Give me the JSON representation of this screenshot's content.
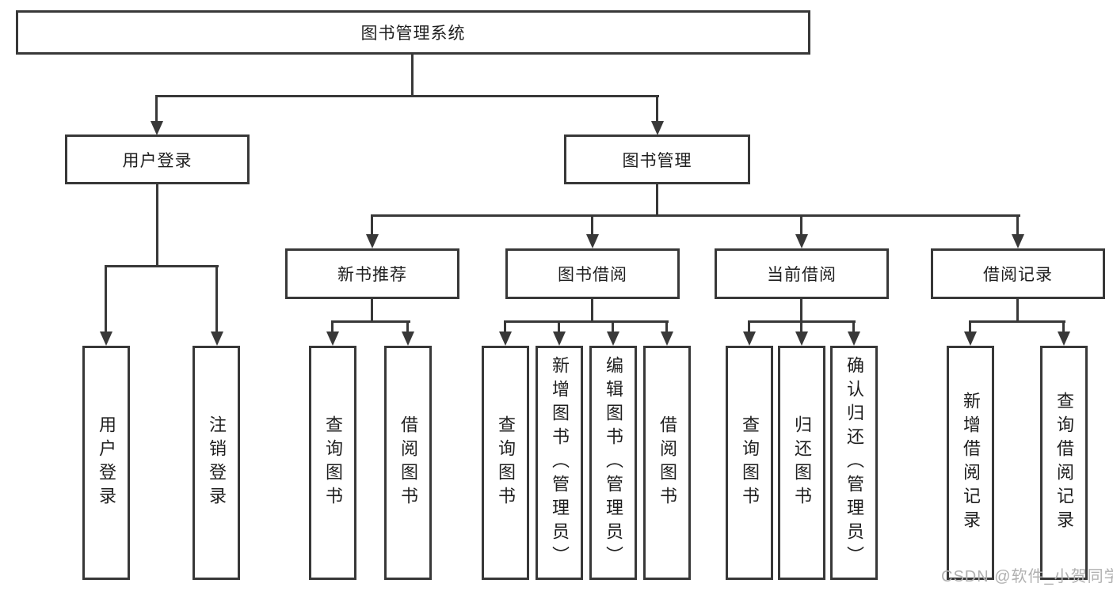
{
  "tree": {
    "root": "图书管理系统",
    "user_login": {
      "label": "用户登录",
      "children": [
        "用户登录",
        "注销登录"
      ]
    },
    "book_mgmt": {
      "label": "图书管理",
      "sections": [
        {
          "label": "新书推荐",
          "children": [
            "查询图书",
            "借阅图书"
          ]
        },
        {
          "label": "图书借阅",
          "children": [
            "查询图书",
            "新增图书（管理员）",
            "编辑图书（管理员）",
            "借阅图书"
          ]
        },
        {
          "label": "当前借阅",
          "children": [
            "查询图书",
            "归还图书",
            "确认归还（管理员）"
          ]
        },
        {
          "label": "借阅记录",
          "children": [
            "新增借阅记录",
            "查询借阅记录"
          ]
        }
      ]
    }
  },
  "watermark": "CSDN @软件_小贺同学",
  "colors": {
    "line": "#383838",
    "text": "#1f1f1f",
    "box_bg": "#ffffff",
    "watermark": "#b0b0b0"
  }
}
